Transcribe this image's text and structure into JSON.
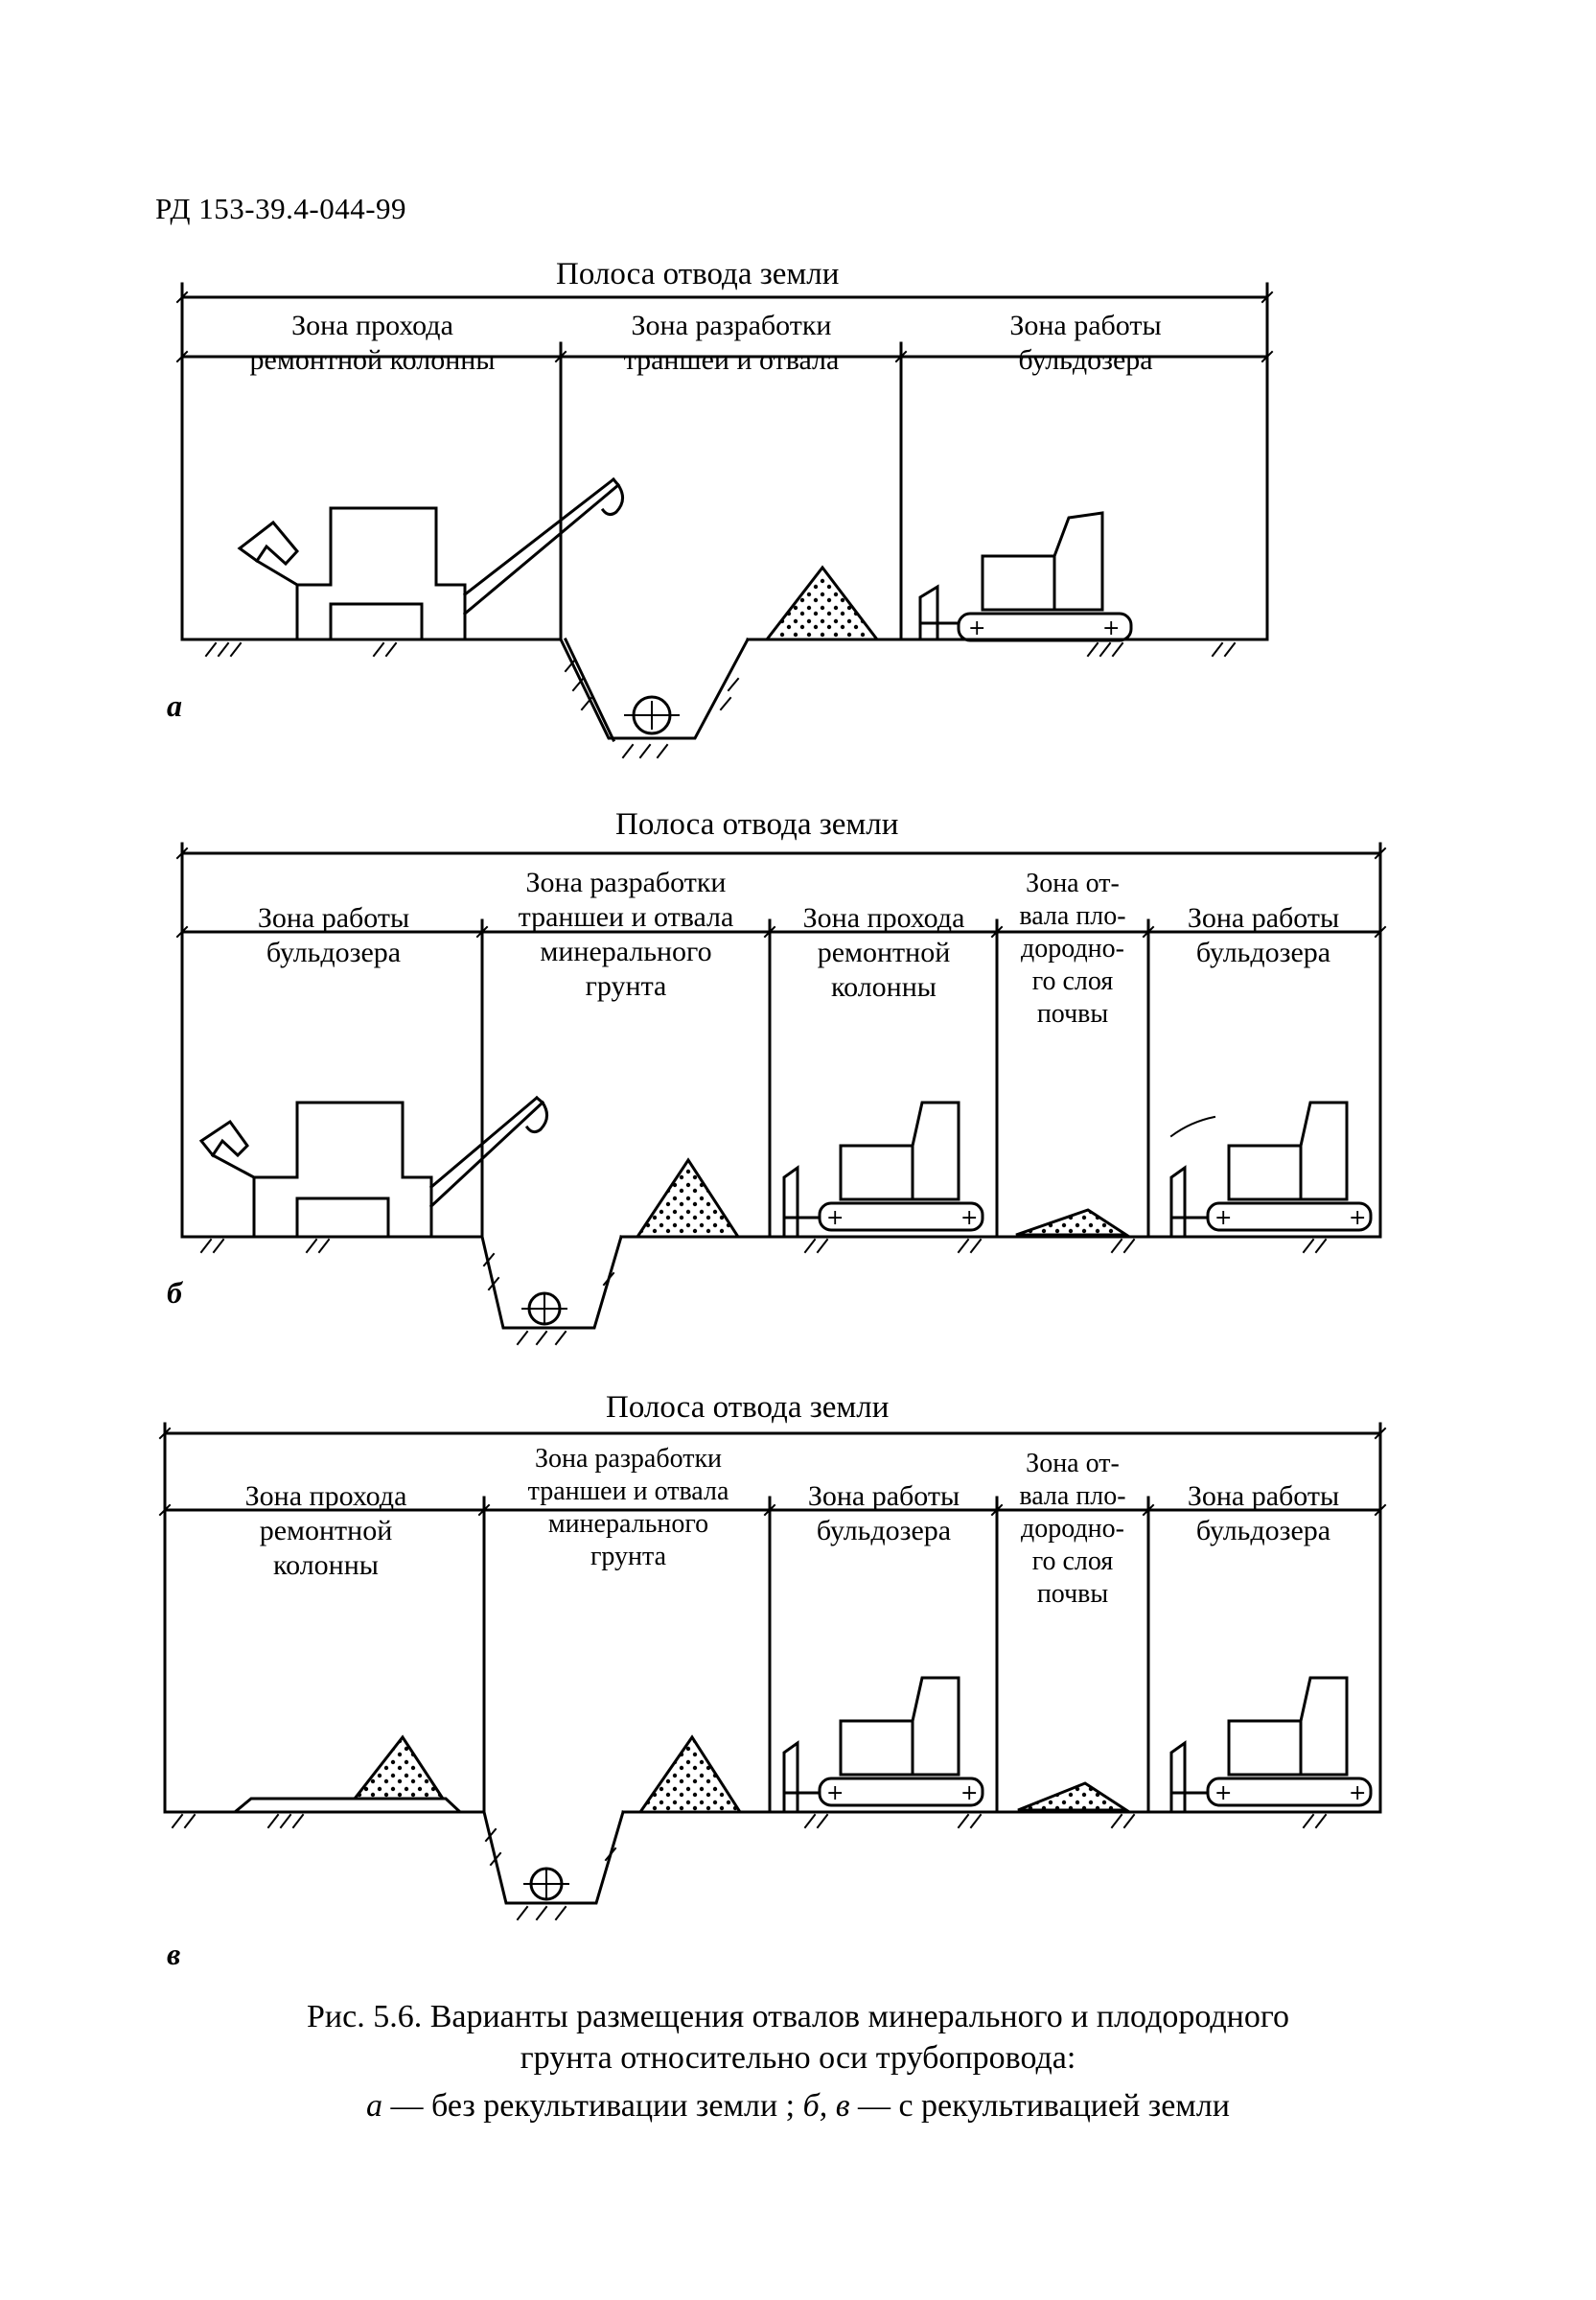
{
  "document_code": "РД 153-39.4-044-99",
  "diagrams": [
    {
      "id": "a",
      "letter": "а",
      "title": "Полоса отвода земли",
      "zones": [
        "Зона прохода\nремонтной колонны",
        "Зона разработки\nтраншеи и отвала",
        "Зона работы\nбульдозера"
      ]
    },
    {
      "id": "b",
      "letter": "б",
      "title": "Полоса отвода земли",
      "zones": [
        "Зона работы\nбульдозера",
        "Зона разработки\nтраншеи и отвала\nминерального\nгрунта",
        "Зона прохода\nремонтной\nколонны",
        "Зона от-\nвала пло-\nдородно-\nго слоя\nпочвы",
        "Зона работы\nбульдозера"
      ]
    },
    {
      "id": "v",
      "letter": "в",
      "title": "Полоса отвода земли",
      "zones": [
        "Зона прохода\nремонтной\nколонны",
        "Зона разработки\nтраншеи и отвала\nминерального\nгрунта",
        "Зона работы\nбульдозера",
        "Зона от-\nвала пло-\nдородно-\nго слоя\nпочвы",
        "Зона работы\nбульдозера"
      ]
    }
  ],
  "caption": {
    "line1": "Рис. 5.6. Варианты размещения отвалов минерального и плодородного",
    "line2": "грунта относительно оси трубопровода:",
    "line3_a": "а",
    "line3_a_text": " — без рекультивации земли  ; ",
    "line3_bv": "б, в",
    "line3_bv_text": " — с рекультивацией земли"
  }
}
